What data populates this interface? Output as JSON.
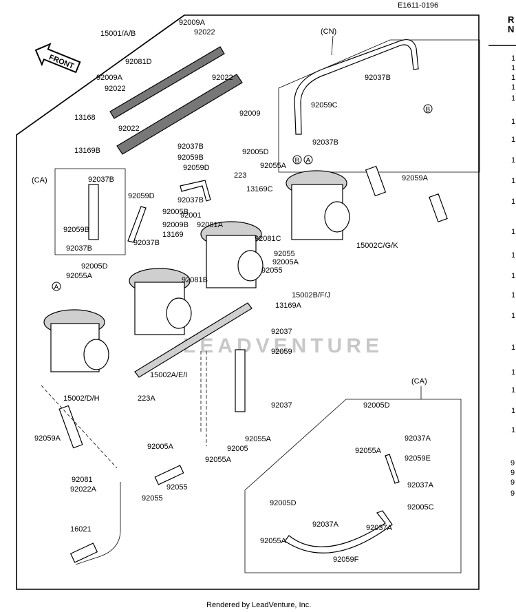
{
  "code": "E1611-0196",
  "header_partial": [
    "R",
    "N"
  ],
  "footer": "Rendered by LeadVenture, Inc.",
  "watermark": "LEADVENTURE",
  "front_label": "FRONT",
  "group_labels": {
    "cn": "(CN)",
    "ca_left": "(CA)",
    "ca_right": "(CA)"
  },
  "callouts": {
    "a": "A",
    "b": "B"
  },
  "parts": {
    "p15001": "15001/A/B",
    "p92009A_1": "92009A",
    "p92022_1": "92022",
    "p92081D": "92081D",
    "p92022_2": "92022",
    "p92009A_2": "92009A",
    "p92022_3": "92022",
    "p13168": "13168",
    "p92022_4": "92022",
    "p92009": "92009",
    "p13169B": "13169B",
    "p92037B_1": "92037B",
    "p92059B_1": "92059B",
    "p92059D_1": "92059D",
    "p92037B_2": "92037B",
    "p92059B_2": "92059B",
    "p92037B_3": "92037B",
    "p92059D_2": "92059D",
    "p92005B": "92005B",
    "p92037B_4": "92037B",
    "p92001": "92001",
    "p92009B": "92009B",
    "p92081A": "92081A",
    "p13169": "13169",
    "p92037B_5": "92037B",
    "p92005D_1": "92005D",
    "p223_1": "223",
    "p92055A_1": "92055A",
    "p13169C": "13169C",
    "p92037B_6": "92037B",
    "p92059C": "92059C",
    "p92037B_7": "92037B",
    "p92059A_1": "92059A",
    "p15002CGK": "15002C/G/K",
    "p92081C": "92081C",
    "p92055_1": "92055",
    "p92005A_1": "92005A",
    "p92055_2": "92055",
    "p92081B": "92081B",
    "p92005D_2": "92005D",
    "p92055A_2": "92055A",
    "p15002BFJ": "15002B/F/J",
    "p13169A": "13169A",
    "p92037_1": "92037",
    "p92059": "92059",
    "p15002AEI": "15002A/E/I",
    "p223A": "223A",
    "p15002DH": "15002/D/H",
    "p92037_2": "92037",
    "p92055A_3": "92055A",
    "p92005": "92005",
    "p92055A_4": "92055A",
    "p92059A_2": "92059A",
    "p92005A_2": "92005A",
    "p92081": "92081",
    "p92022A": "92022A",
    "p92055_3": "92055",
    "p92055_4": "92055",
    "p16021": "16021",
    "p92005D_3": "92005D",
    "p92037A_1": "92037A",
    "p92055A_5": "92055A",
    "p92059E": "92059E",
    "p92037A_2": "92037A",
    "p92005D_4": "92005D",
    "p92005C": "92005C",
    "p92055A_6": "92055A",
    "p92037A_3": "92037A",
    "p92037A_4": "92037A",
    "p92059F": "92059F"
  },
  "right_column_partial": [
    "1",
    "1",
    "1",
    "1",
    "1",
    "1",
    "1",
    "1",
    "1",
    "1",
    "1",
    "1",
    "1",
    "1",
    "1",
    "1",
    "1",
    "1",
    "1",
    "1",
    "9",
    "9",
    "9",
    "9"
  ]
}
